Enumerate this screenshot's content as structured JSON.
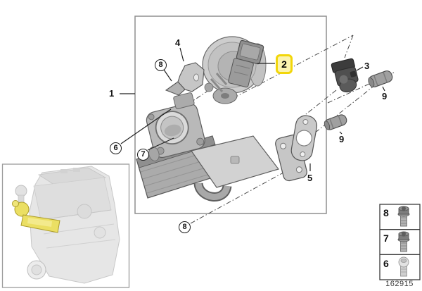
{
  "doc": {
    "part_drawing_number": "162915"
  },
  "colors": {
    "highlight_badge_border": "#F2D60A",
    "highlight_badge_fill": "#FBF3AE",
    "engine_highlight_part": "#EBDF63",
    "diagram_line": "#3f3f3f"
  },
  "callouts": {
    "c1": "1",
    "c2": "2",
    "c3": "3",
    "c4": "4",
    "c5": "5",
    "c6": "6",
    "c7": "7",
    "c8_top": "8",
    "c8_bottom": "8",
    "c9_upper": "9",
    "c9_lower": "9"
  },
  "legend": {
    "rows": [
      {
        "label": "8",
        "icon": "flange-bolt-icon"
      },
      {
        "label": "7",
        "icon": "flange-bolt-icon"
      },
      {
        "label": "6",
        "icon": "dome-bolt-icon"
      }
    ]
  }
}
